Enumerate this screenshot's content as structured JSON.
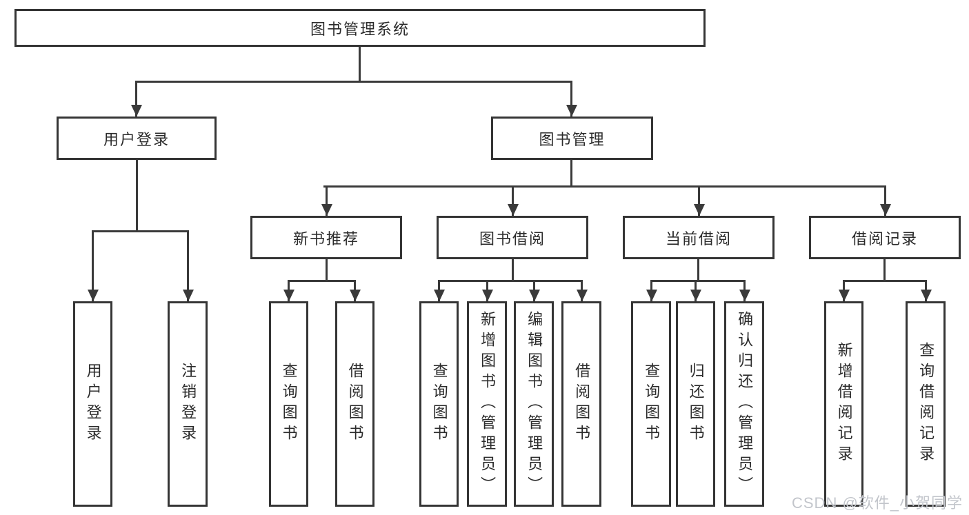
{
  "diagram": {
    "root": {
      "label": "图书管理系统"
    },
    "level2": [
      {
        "label": "用户登录"
      },
      {
        "label": "图书管理"
      }
    ],
    "level3": [
      {
        "label": "新书推荐"
      },
      {
        "label": "图书借阅"
      },
      {
        "label": "当前借阅"
      },
      {
        "label": "借阅记录"
      }
    ],
    "leaves": {
      "user_login": [
        {
          "label": "用户登录"
        },
        {
          "label": "注销登录"
        }
      ],
      "new_book": [
        {
          "label": "查询图书"
        },
        {
          "label": "借阅图书"
        }
      ],
      "book_borrow": [
        {
          "label": "查询图书"
        },
        {
          "label": "新增图书（管理员）"
        },
        {
          "label": "编辑图书（管理员）"
        },
        {
          "label": "借阅图书"
        }
      ],
      "current_borrow": [
        {
          "label": "查询图书"
        },
        {
          "label": "归还图书"
        },
        {
          "label": "确认归还（管理员）"
        }
      ],
      "borrow_record": [
        {
          "label": "新增借阅记录"
        },
        {
          "label": "查询借阅记录"
        }
      ]
    },
    "style": {
      "line_color": "#3a3a3a",
      "text_color": "#2b2b2b",
      "watermark_color": "#c2c5cb"
    }
  },
  "watermark": {
    "text": "CSDN @软件_小贺同学"
  }
}
